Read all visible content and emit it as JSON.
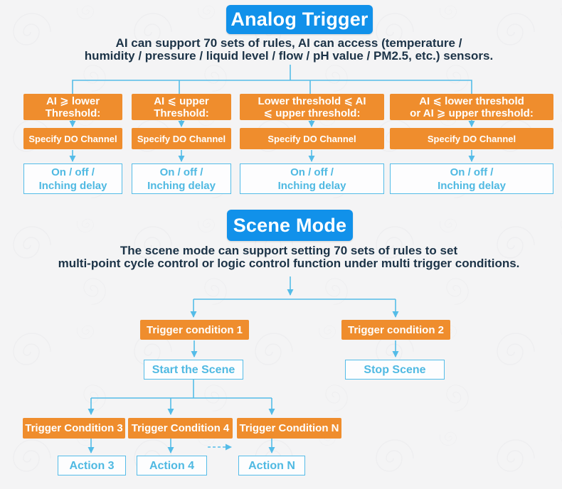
{
  "palette": {
    "button_blue": "#1191EA",
    "box_orange": "#EF8D2D",
    "line_blue": "#54BCE8",
    "outline_text_blue": "#4FB9E2",
    "description_dark": "#1C3347",
    "background": "#F4F4F5"
  },
  "analog_section": {
    "title": "Analog Trigger",
    "description": [
      "AI can support 70 sets of rules, AI can access (temperature /",
      "humidity / pressure / liquid level / flow / pH value / PM2.5, etc.) sensors."
    ],
    "columns": [
      {
        "condition": [
          "AI ⩾ lower",
          "Threshold:"
        ],
        "channel": "Specify DO Channel",
        "result": [
          "On / off /",
          "Inching delay"
        ]
      },
      {
        "condition": [
          "AI ⩽ upper",
          "Threshold:"
        ],
        "channel": "Specify DO Channel",
        "result": [
          "On / off /",
          "Inching delay"
        ]
      },
      {
        "condition": [
          "Lower threshold ⩽ AI",
          "⩽ upper threshold:"
        ],
        "channel": "Specify DO Channel",
        "result": [
          "On / off /",
          "Inching delay"
        ]
      },
      {
        "condition": [
          "AI ⩽ lower threshold",
          "or AI ⩾ upper threshold:"
        ],
        "channel": "Specify DO Channel",
        "result": [
          "On / off /",
          "Inching delay"
        ]
      }
    ]
  },
  "scene_section": {
    "title": "Scene Mode",
    "description": [
      "The scene mode can support setting 70 sets of rules to set",
      "multi-point cycle control or logic control function under multi trigger conditions."
    ],
    "trigger_1": "Trigger condition 1",
    "trigger_2": "Trigger condition 2",
    "start_scene": "Start the Scene",
    "stop_scene": "Stop Scene",
    "trigger_3": "Trigger Condition 3",
    "trigger_4": "Trigger Condition 4",
    "trigger_n": "Trigger Condition N",
    "action_3": "Action 3",
    "action_4": "Action 4",
    "action_n": "Action N"
  }
}
